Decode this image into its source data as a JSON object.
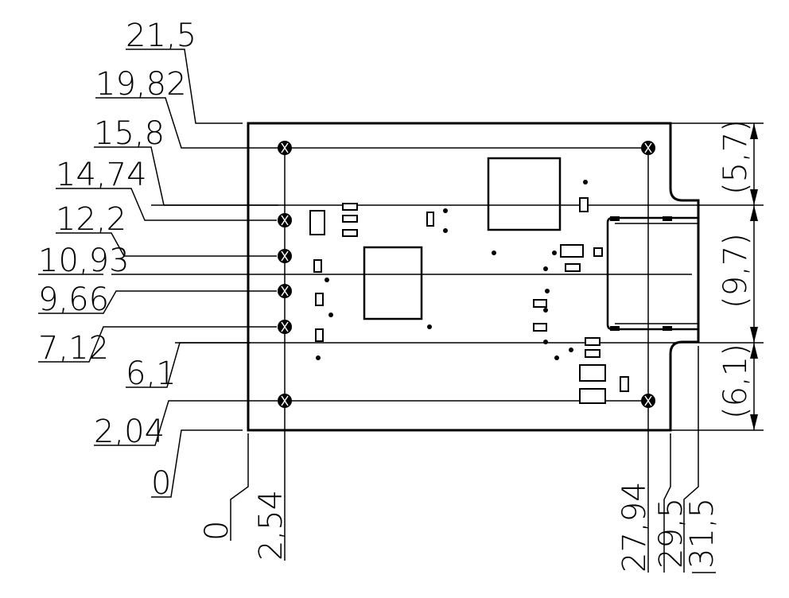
{
  "left_labels": [
    {
      "id": "y215",
      "text": "21,5"
    },
    {
      "id": "y1982",
      "text": "19,82"
    },
    {
      "id": "y158",
      "text": "15,8"
    },
    {
      "id": "y1474",
      "text": "14,74"
    },
    {
      "id": "y122",
      "text": "12,2"
    },
    {
      "id": "y1093",
      "text": "10,93"
    },
    {
      "id": "y966",
      "text": "9,66"
    },
    {
      "id": "y712",
      "text": "7,12"
    },
    {
      "id": "y61",
      "text": "6,1"
    },
    {
      "id": "y204",
      "text": "2,04"
    },
    {
      "id": "y0",
      "text": "0"
    }
  ],
  "bottom_labels": [
    {
      "id": "x0",
      "text": "0"
    },
    {
      "id": "x254",
      "text": "2,54"
    },
    {
      "id": "x2794",
      "text": "27,94"
    },
    {
      "id": "x295",
      "text": "29,5"
    },
    {
      "id": "x315",
      "text": "31,5"
    }
  ],
  "right_labels": [
    {
      "id": "r57",
      "text": "(5,7)"
    },
    {
      "id": "r97",
      "text": "(9,7)"
    },
    {
      "id": "r61",
      "text": "(6,1)"
    }
  ]
}
